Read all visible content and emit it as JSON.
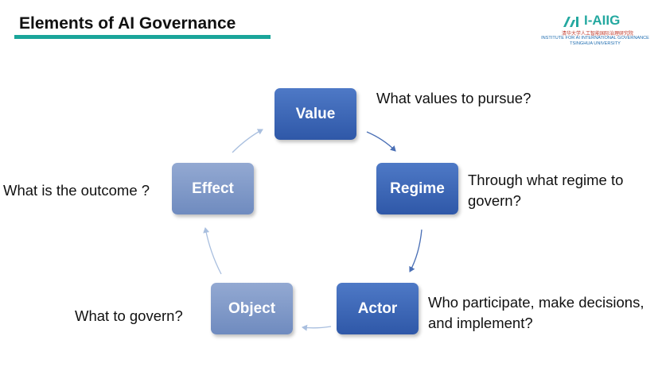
{
  "slide": {
    "title": "Elements of AI Governance"
  },
  "logo": {
    "name": "I-AIIG",
    "chinese": "清华大学人工智能国际治理研究院",
    "english_line1": "INSTITUTE FOR AI INTERNATIONAL GOVERNANCE",
    "english_line2": "TSINGHUA UNIVERSITY"
  },
  "diagram": {
    "nodes": {
      "value": "Value",
      "regime": "Regime",
      "actor": "Actor",
      "object": "Object",
      "effect": "Effect"
    },
    "questions": {
      "value": "What values to pursue?",
      "regime": "Through what regime to govern?",
      "actor": "Who participate, make decisions, and implement?",
      "object": "What to govern?",
      "effect": "What is the outcome ?"
    }
  },
  "colors": {
    "accent_teal": "#1aa59a",
    "node_dark": "#3a63b4",
    "node_light": "#7e97c7",
    "arrow_dark": "#4a6fb5",
    "arrow_light": "#a9bfdf"
  }
}
